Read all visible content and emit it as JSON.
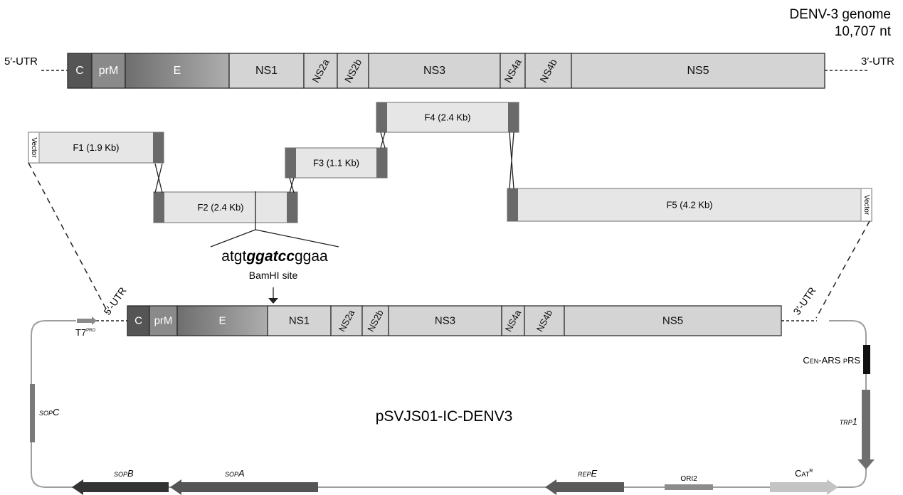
{
  "genome": {
    "title_line1": "DENV-3 genome",
    "title_line2": "10,707 nt",
    "utr5": "5′-UTR",
    "utr3": "3′-UTR",
    "segments": [
      {
        "label": "C",
        "color": "#555555",
        "text_color": "#ffffff"
      },
      {
        "label": "prM",
        "color": "#8a8a8a",
        "text_color": "#ffffff"
      },
      {
        "label": "E",
        "gradient": true,
        "text_color": "#ffffff"
      },
      {
        "label": "NS1",
        "color": "#d4d4d4",
        "text_color": "#111111"
      },
      {
        "label": "NS2a",
        "color": "#d4d4d4",
        "text_color": "#111111",
        "rotated": true
      },
      {
        "label": "NS2b",
        "color": "#d4d4d4",
        "text_color": "#111111",
        "rotated": true
      },
      {
        "label": "NS3",
        "color": "#d4d4d4",
        "text_color": "#111111"
      },
      {
        "label": "NS4a",
        "color": "#d4d4d4",
        "text_color": "#111111",
        "rotated": true
      },
      {
        "label": "NS4b",
        "color": "#d4d4d4",
        "text_color": "#111111",
        "rotated": true
      },
      {
        "label": "NS5",
        "color": "#d4d4d4",
        "text_color": "#111111"
      }
    ]
  },
  "fragments": [
    {
      "label": "F1 (1.9 Kb)"
    },
    {
      "label": "F2 (2.4 Kb)"
    },
    {
      "label": "F3 (1.1 Kb)"
    },
    {
      "label": "F4 (2.4 Kb)"
    },
    {
      "label": "F5 (4.2 Kb)"
    }
  ],
  "vector_label": "Vector",
  "site": {
    "seq_prefix": "atgt",
    "seq_site": "ggatcc",
    "seq_suffix": "ggaa",
    "name": "BamHI site"
  },
  "plasmid": {
    "name": "pSVJS01-IC-DENV3",
    "utr5": "5′-UTR",
    "utr3": "3′-UTR",
    "t7": {
      "main": "T7",
      "sup": "PRO"
    },
    "sopc": {
      "small": "SOP",
      "main": "C"
    },
    "sopb": {
      "small": "SOP",
      "main": "B"
    },
    "sopa": {
      "small": "SOP",
      "main": "A"
    },
    "repe": {
      "small": "REP",
      "main": "E"
    },
    "ori2": "ORI2",
    "cat": {
      "main": "C",
      "small": "AT",
      "sup": "R"
    },
    "trp1": {
      "small": "TRP",
      "main": "1"
    },
    "cen": {
      "c": "C",
      "en": "EN",
      "mid": "-ARS ",
      "p": "P",
      "rs": "RS"
    }
  },
  "colors": {
    "outline": "#222222",
    "fragment_fill": "#e6e6e6",
    "fragment_border": "#9a9a9a",
    "end_block": "#6a6a6a",
    "backbone": "#9e9e9e",
    "sop_b": "#333333",
    "sop_a": "#555555",
    "rep_e": "#5a5a5a",
    "ori2": "#8c8c8c",
    "cat": "#c4c4c4",
    "trp1": "#6e6e6e",
    "cen": "#111111",
    "sop_c": "#7a7a7a",
    "t7": "#8a8a8a"
  }
}
